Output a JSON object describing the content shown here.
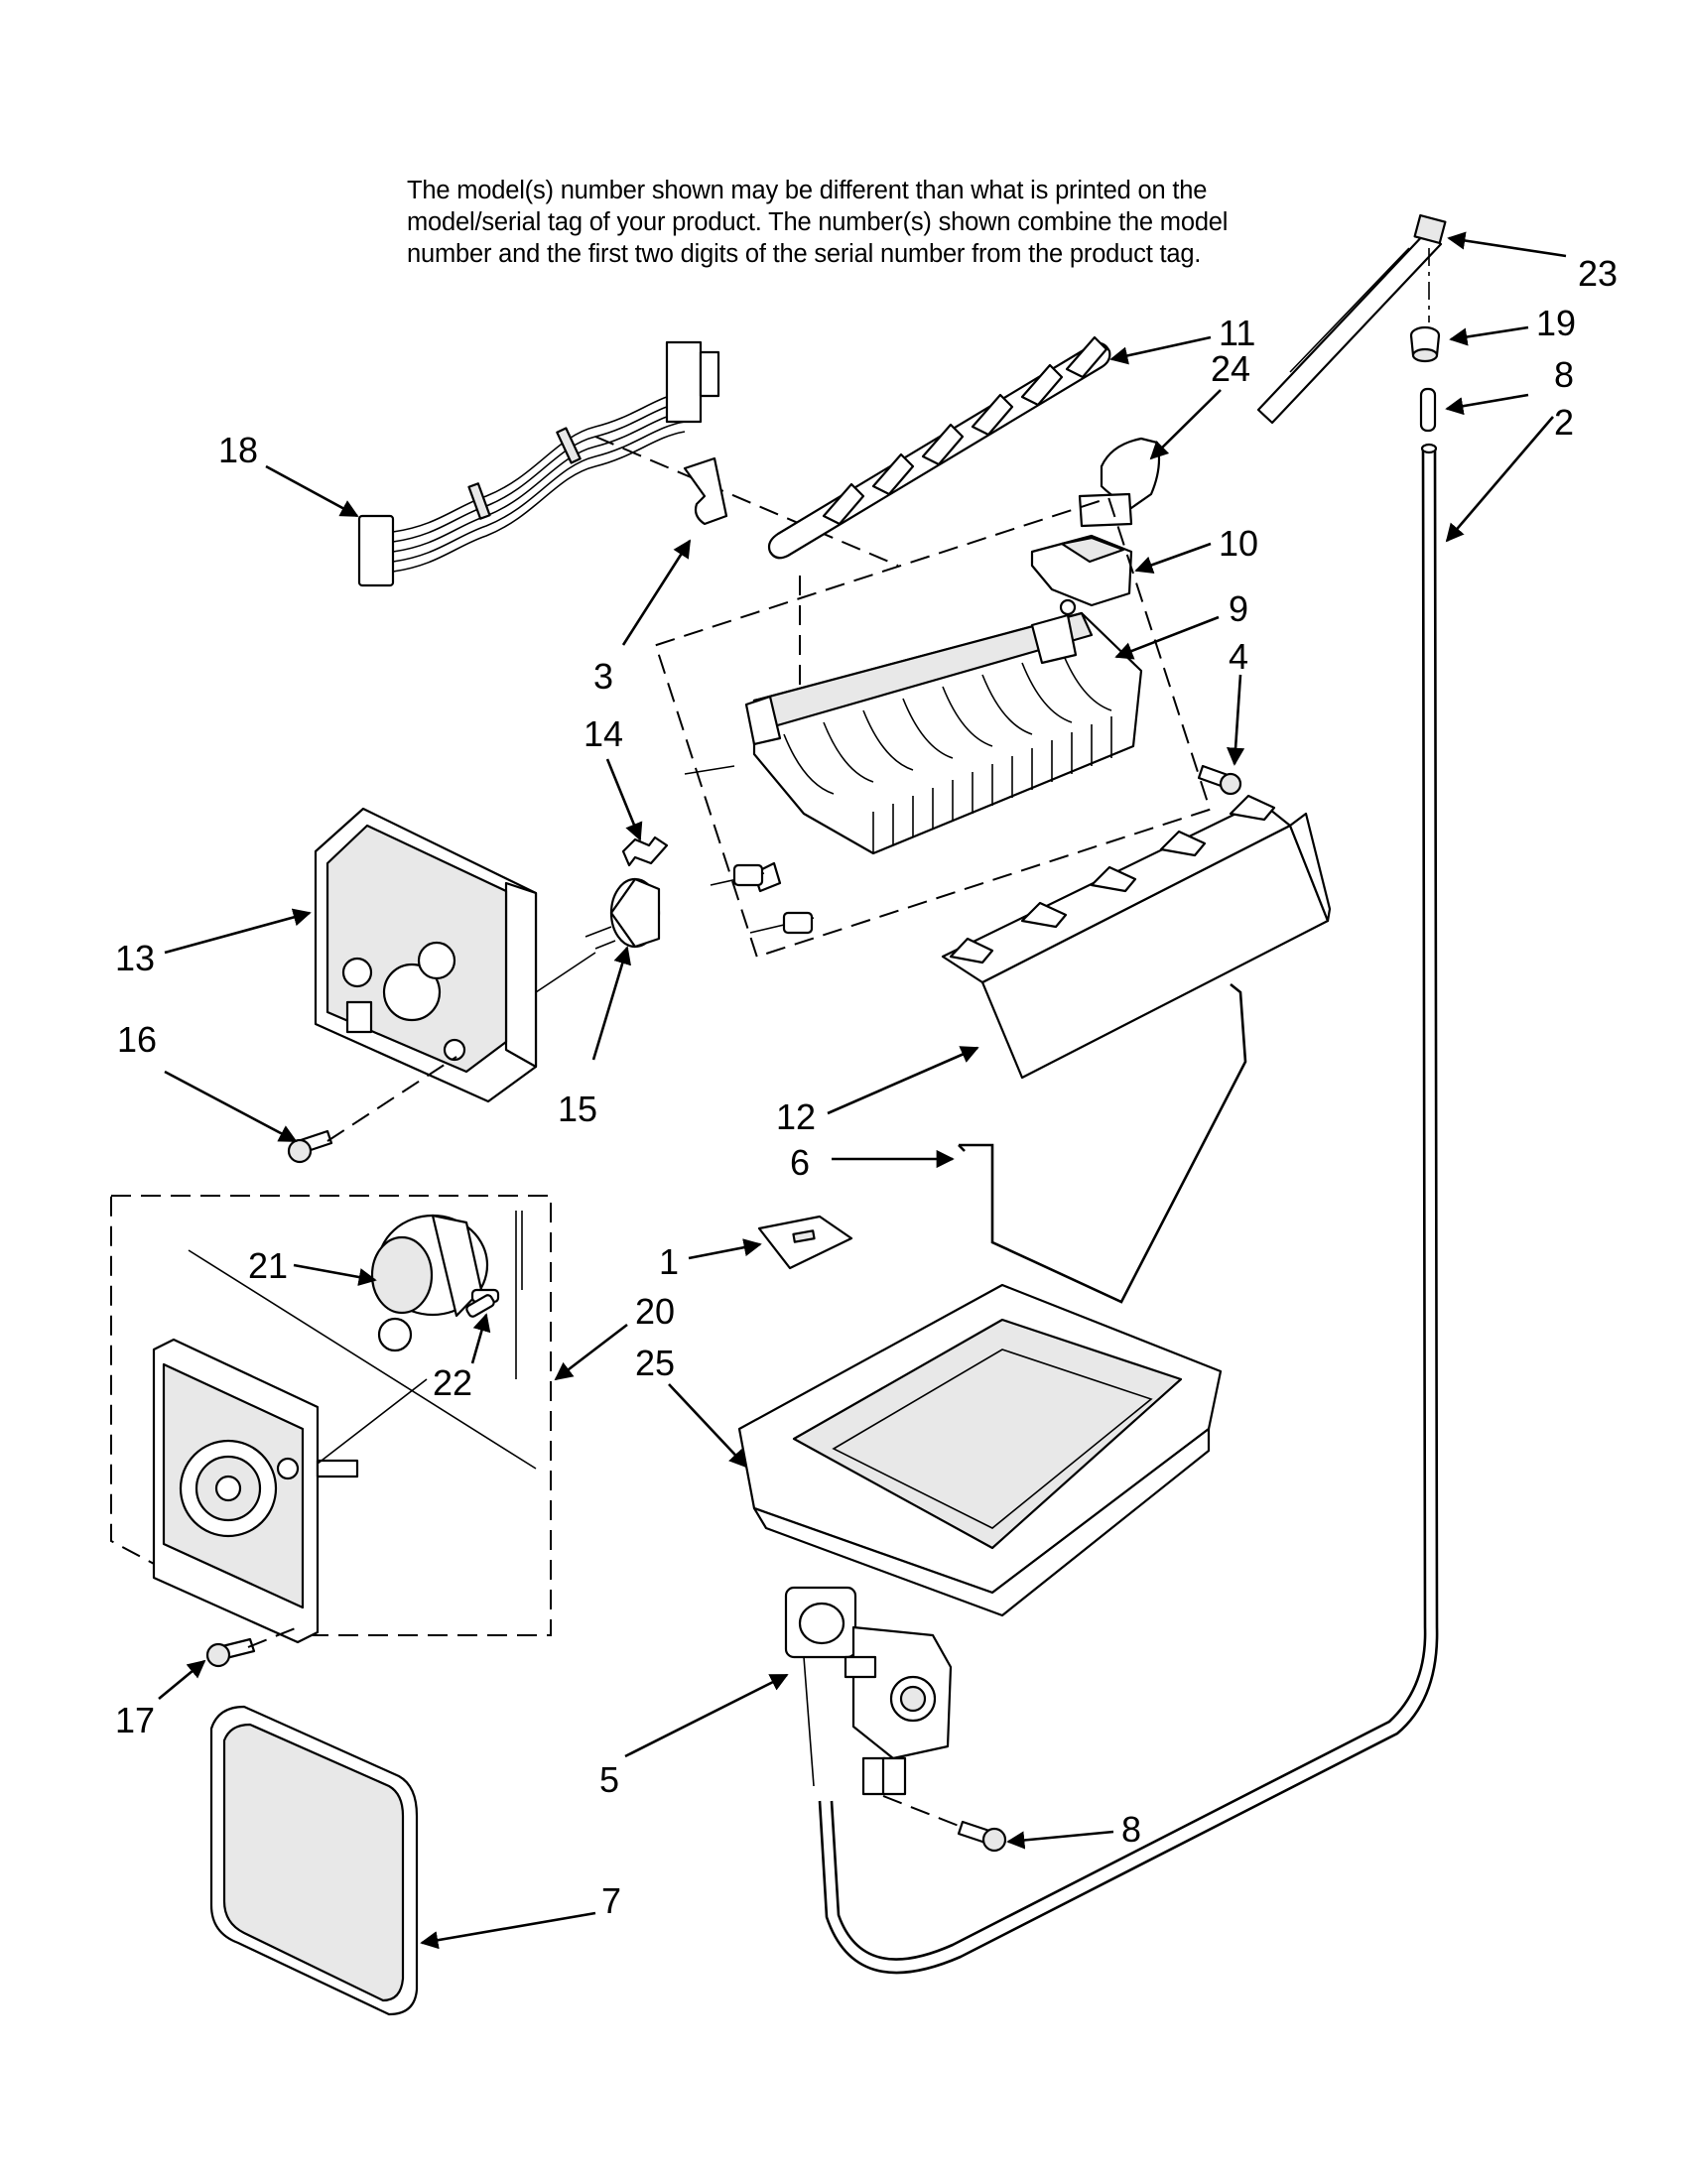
{
  "note": {
    "lines": [
      "The model(s) number shown may be different than what is printed on the",
      "model/serial tag of your product. The number(s) shown combine the model",
      "number and the first two digits of the serial number from the product tag."
    ]
  },
  "callouts": [
    {
      "id": "c23",
      "label": "23"
    },
    {
      "id": "c19",
      "label": "19"
    },
    {
      "id": "c8a",
      "label": "8"
    },
    {
      "id": "c2",
      "label": "2"
    },
    {
      "id": "c11",
      "label": "11"
    },
    {
      "id": "c24",
      "label": "24"
    },
    {
      "id": "c18",
      "label": "18"
    },
    {
      "id": "c10",
      "label": "10"
    },
    {
      "id": "c9",
      "label": "9"
    },
    {
      "id": "c3",
      "label": "3"
    },
    {
      "id": "c4",
      "label": "4"
    },
    {
      "id": "c14",
      "label": "14"
    },
    {
      "id": "c13",
      "label": "13"
    },
    {
      "id": "c15",
      "label": "15"
    },
    {
      "id": "c16",
      "label": "16"
    },
    {
      "id": "c12",
      "label": "12"
    },
    {
      "id": "c6",
      "label": "6"
    },
    {
      "id": "c21",
      "label": "21"
    },
    {
      "id": "c1",
      "label": "1"
    },
    {
      "id": "c20",
      "label": "20"
    },
    {
      "id": "c25",
      "label": "25"
    },
    {
      "id": "c22",
      "label": "22"
    },
    {
      "id": "c17",
      "label": "17"
    },
    {
      "id": "c5",
      "label": "5"
    },
    {
      "id": "c8b",
      "label": "8"
    },
    {
      "id": "c7",
      "label": "7"
    }
  ]
}
